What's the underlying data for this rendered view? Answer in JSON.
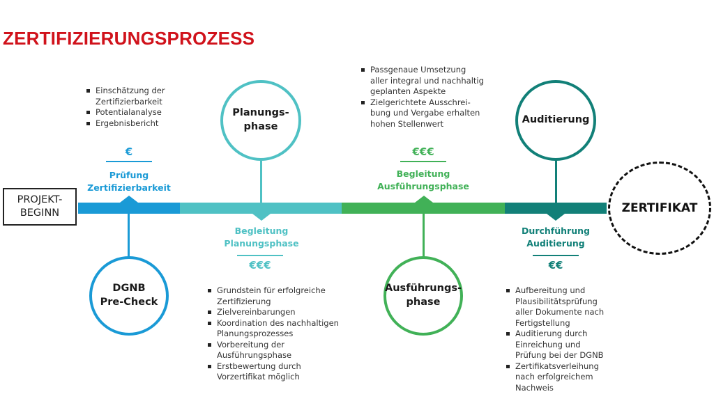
{
  "title": "ZERTIFIZIERUNGSPROZESS",
  "start_label": "PROJEKT-\nBEGINN",
  "end_label": "ZERTIFIKAT",
  "colors": {
    "title": "#d0121b",
    "blue": "#1a9ad6",
    "light_teal": "#4fc1c4",
    "green": "#41b157",
    "dark_teal": "#128078"
  },
  "stages": [
    {
      "circle": "DGNB\nPre-Check",
      "phase": "Prüfung\nZertifizierbarkeit",
      "cost": "€",
      "bullets": [
        "Einschätzung der\nZertifizierbarkeit",
        "Potentialanalyse",
        "Ergebnisbericht"
      ]
    },
    {
      "circle": "Planungs-\nphase",
      "phase": "Begleitung\nPlanungsphase",
      "cost": "€€€",
      "bullets": [
        "Grundstein für erfolgreiche\nZertifizierung",
        "Zielvereinbarungen",
        "Koordination des nachhaltigen\nPlanungsprozesses",
        "Vorbereitung der\nAusführungsphase",
        "Erstbewertung durch\nVorzertifikat möglich"
      ]
    },
    {
      "circle": "Ausführungs-\nphase",
      "phase": "Begleitung\nAusführungsphase",
      "cost": "€€€",
      "bullets": [
        "Passgenaue Umsetzung\naller integral und nachhaltig\ngeplanten Aspekte",
        "Zielgerichtete Ausschrei-\nbung und Vergabe erhalten\nhohen Stellenwert"
      ]
    },
    {
      "circle": "Auditierung",
      "phase": "Durchführung\nAuditierung",
      "cost": "€€",
      "bullets": [
        "Aufbereitung und\nPlausibilitätsprüfung\naller Dokumente nach\nFertigstellung",
        "Auditierung durch\nEinreichung und\nPrüfung bei der DGNB",
        "Zertifikatsverleihung\nnach erfolgreichem\nNachweis"
      ]
    }
  ]
}
